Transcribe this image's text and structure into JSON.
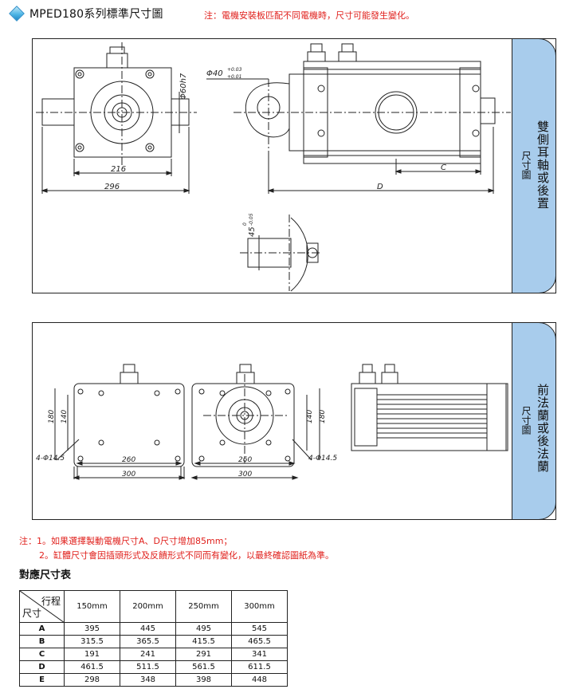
{
  "header": {
    "title": "MPED180系列標準尺寸圖",
    "note": "注：電機安裝板匹配不同電機時，尺寸可能發生變化。"
  },
  "panel1": {
    "tab_main": "雙側耳軸或後置",
    "tab_sub": "尺寸圖",
    "dims": {
      "d216": "216",
      "d296": "296",
      "c": "C",
      "d": "D",
      "phi60": "Φ60h7",
      "phi40": "Φ40",
      "phi40_tol_upper": "+0.03",
      "phi40_tol_lower": "+0.01",
      "d45": "45",
      "d45_tol_upper": "0",
      "d45_tol_lower": "-0.05"
    }
  },
  "panel2": {
    "tab_main": "前法蘭或後法蘭",
    "tab_sub": "尺寸圖",
    "dims": {
      "hole_left": "4-Φ14.5",
      "hole_right": "4-Φ14.5",
      "d180": "180",
      "d140": "140",
      "d260_left": "260",
      "d300_left": "300",
      "d260_right": "260",
      "d300_right": "300"
    }
  },
  "notes": {
    "line1": "注：1。如果選擇製動電機尺寸A、D尺寸增加85mm；",
    "line2": "2。缸體尺寸會因插頭形式及反饋形式不同而有變化，以最終確認圖紙為準。"
  },
  "table": {
    "title": "對應尺寸表",
    "corner_top": "行程",
    "corner_bottom": "尺寸",
    "columns": [
      "150mm",
      "200mm",
      "250mm",
      "300mm"
    ],
    "rows": [
      {
        "label": "A",
        "values": [
          "395",
          "445",
          "495",
          "545"
        ]
      },
      {
        "label": "B",
        "values": [
          "315.5",
          "365.5",
          "415.5",
          "465.5"
        ]
      },
      {
        "label": "C",
        "values": [
          "191",
          "241",
          "291",
          "341"
        ]
      },
      {
        "label": "D",
        "values": [
          "461.5",
          "511.5",
          "561.5",
          "611.5"
        ]
      },
      {
        "label": "E",
        "values": [
          "298",
          "348",
          "398",
          "448"
        ]
      }
    ]
  }
}
